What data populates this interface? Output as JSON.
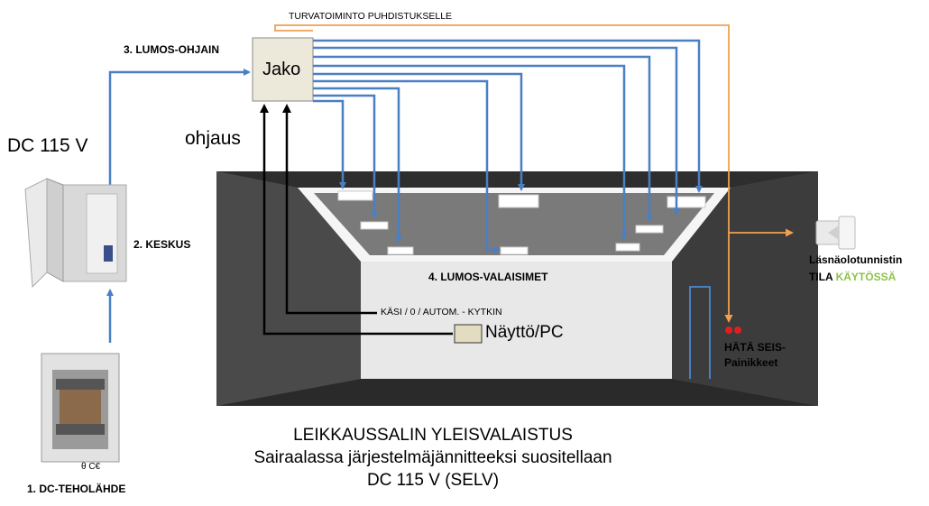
{
  "labels": {
    "turvatoiminto": "TURVATOIMINTO PUHDISTUKSELLE",
    "lumos_ohjain": "3. LUMOS-OHJAIN",
    "jako": "Jako",
    "dc_voltage": "DC 115 V",
    "ohjaus": "ohjaus",
    "keskus": "2. KESKUS",
    "dc_teholahde": "1. DC-TEHOLÄHDE",
    "lumos_valaisimet": "4. LUMOS-VALAISIMET",
    "kytkin": "KÄSI / 0 / AUTOM. - KYTKIN",
    "naytto": "Näyttö/PC",
    "hata_seis_1": "HÄTÄ SEIS-",
    "hata_seis_2": "Painikkeet",
    "lasnaolo_1": "Läsnäolotunnistin",
    "tila": "TILA",
    "kaytossa": "KÄYTÖSSÄ",
    "ce_mark": "θ C€"
  },
  "caption": {
    "line1": "LEIKKAUSSALIN YLEISVALAISTUS",
    "line2": "Sairaalassa järjestelmäjännitteeksi suositellaan",
    "line3": "DC 115 V (SELV)"
  },
  "colors": {
    "wire_blue": "#4a7fc4",
    "wire_orange": "#f0a050",
    "control_black": "#000000",
    "room_dark": "#3a3a3a",
    "room_mid": "#5a5a5a",
    "back_wall": "#e6e6e6",
    "accent_green": "#8fc14b"
  }
}
